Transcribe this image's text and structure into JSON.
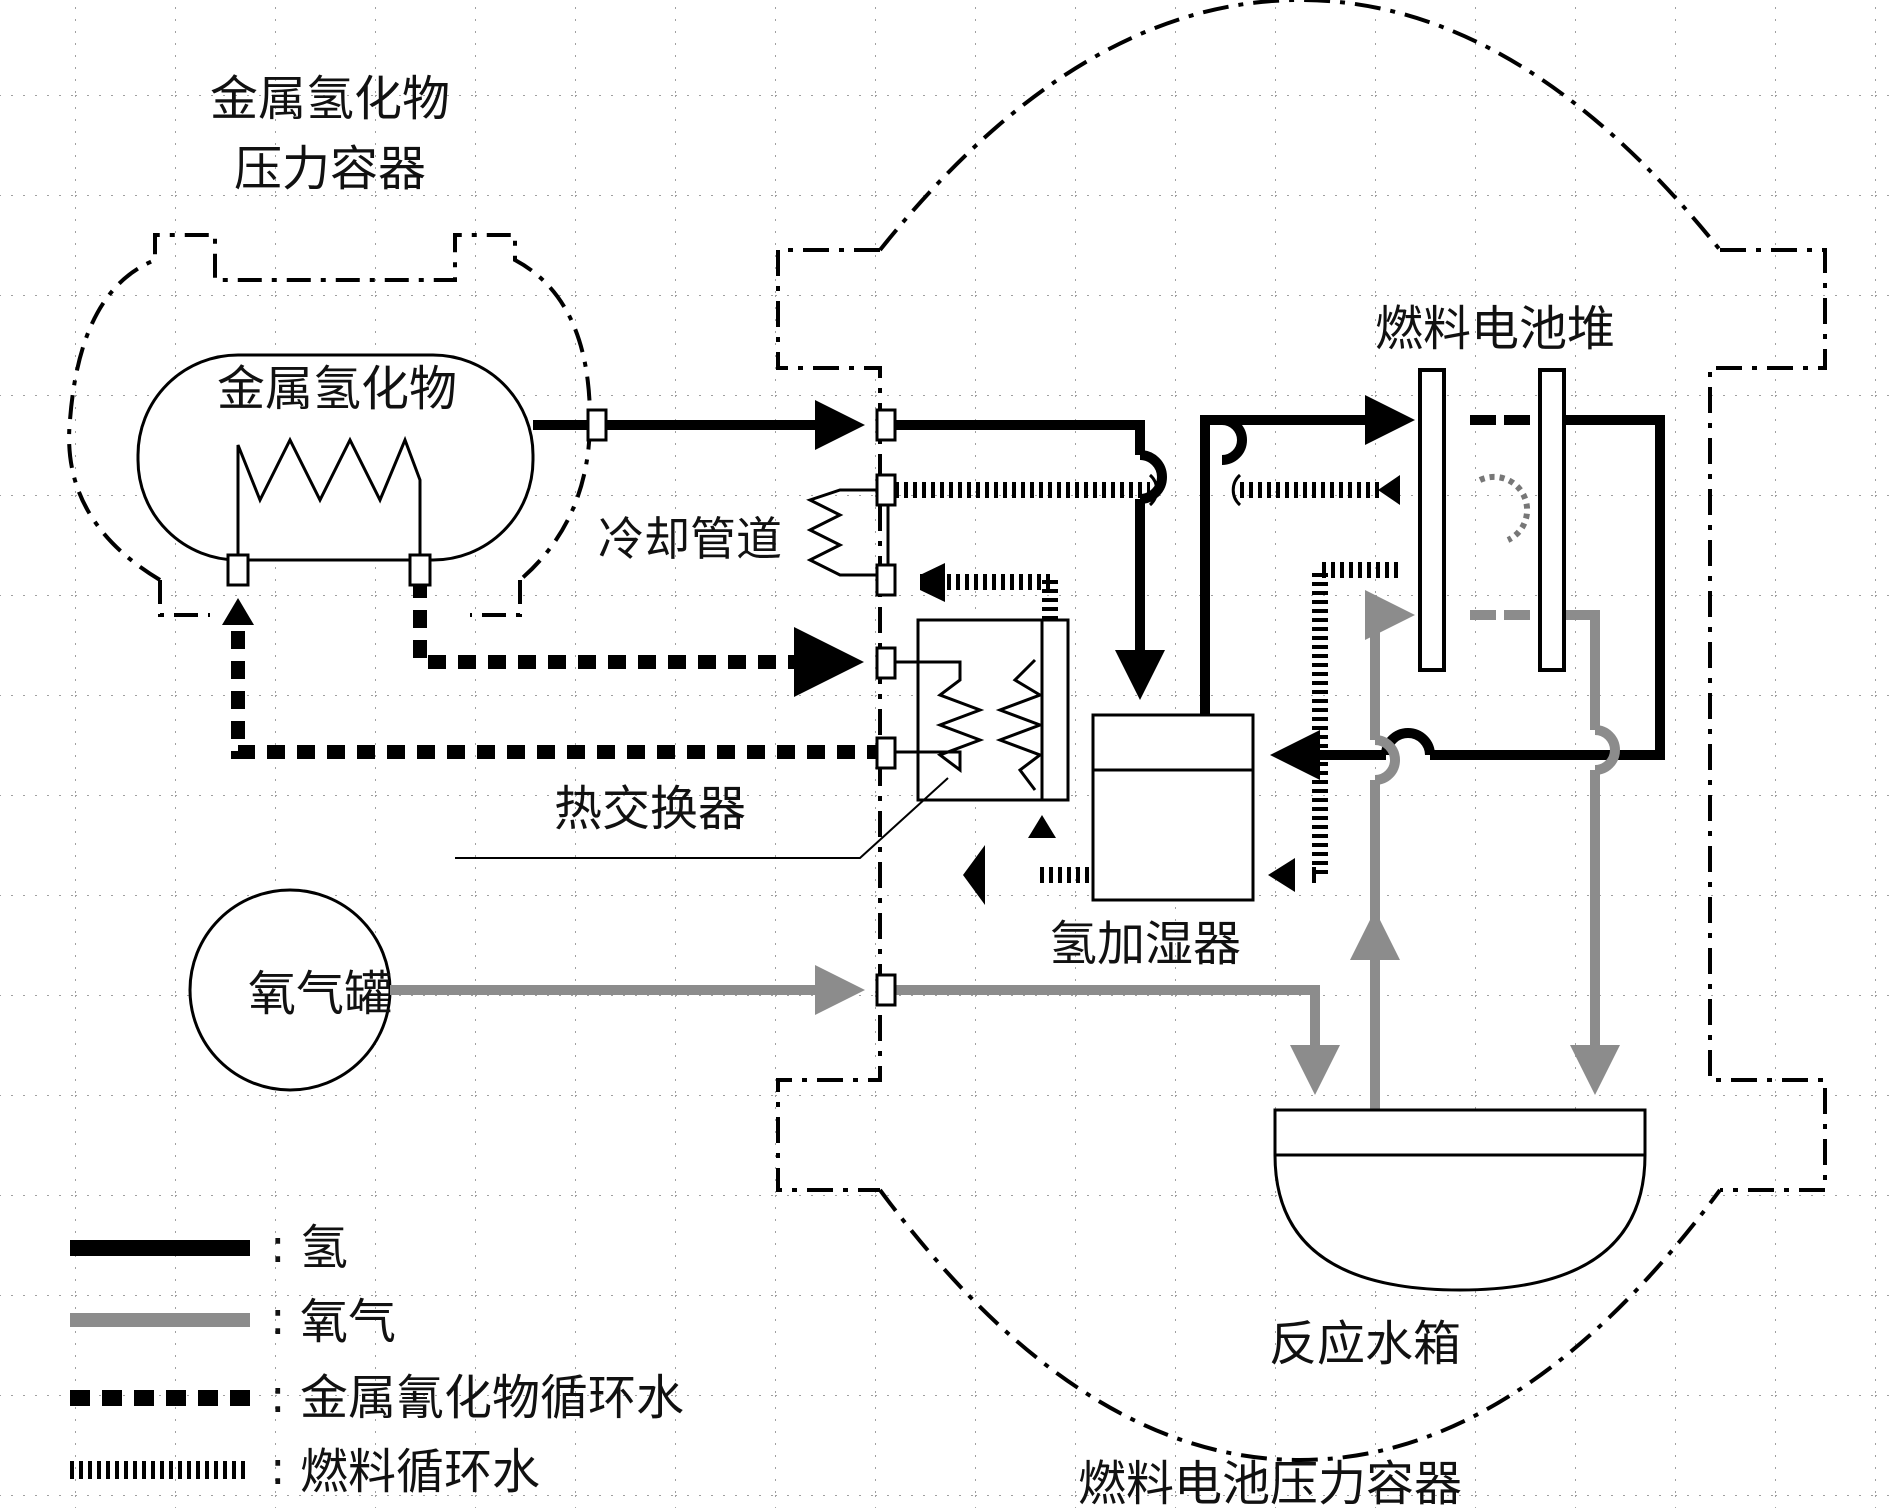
{
  "labels": {
    "mh_vessel_line1": "金属氢化物",
    "mh_vessel_line2": "压力容器",
    "metal_hydride": "金属氢化物",
    "cooling_pipe": "冷却管道",
    "heat_exchanger": "热交换器",
    "oxygen_tank": "氧气罐",
    "fuel_cell_stack": "燃料电池堆",
    "hydrogen_humidifier": "氢加湿器",
    "reaction_water_tank": "反应水箱",
    "fc_pressure_vessel": "燃料电池压力容器"
  },
  "legend": [
    {
      "label": "氢",
      "style": "hydrogen"
    },
    {
      "label": "氧气",
      "style": "oxygen"
    },
    {
      "label": "金属氰化物循环水",
      "style": "mh-water"
    },
    {
      "label": "燃料循环水",
      "style": "fuel-water"
    }
  ],
  "colors": {
    "hydrogen": "#000000",
    "oxygen": "#8c8c8c",
    "grid": "#9a9a9a"
  }
}
